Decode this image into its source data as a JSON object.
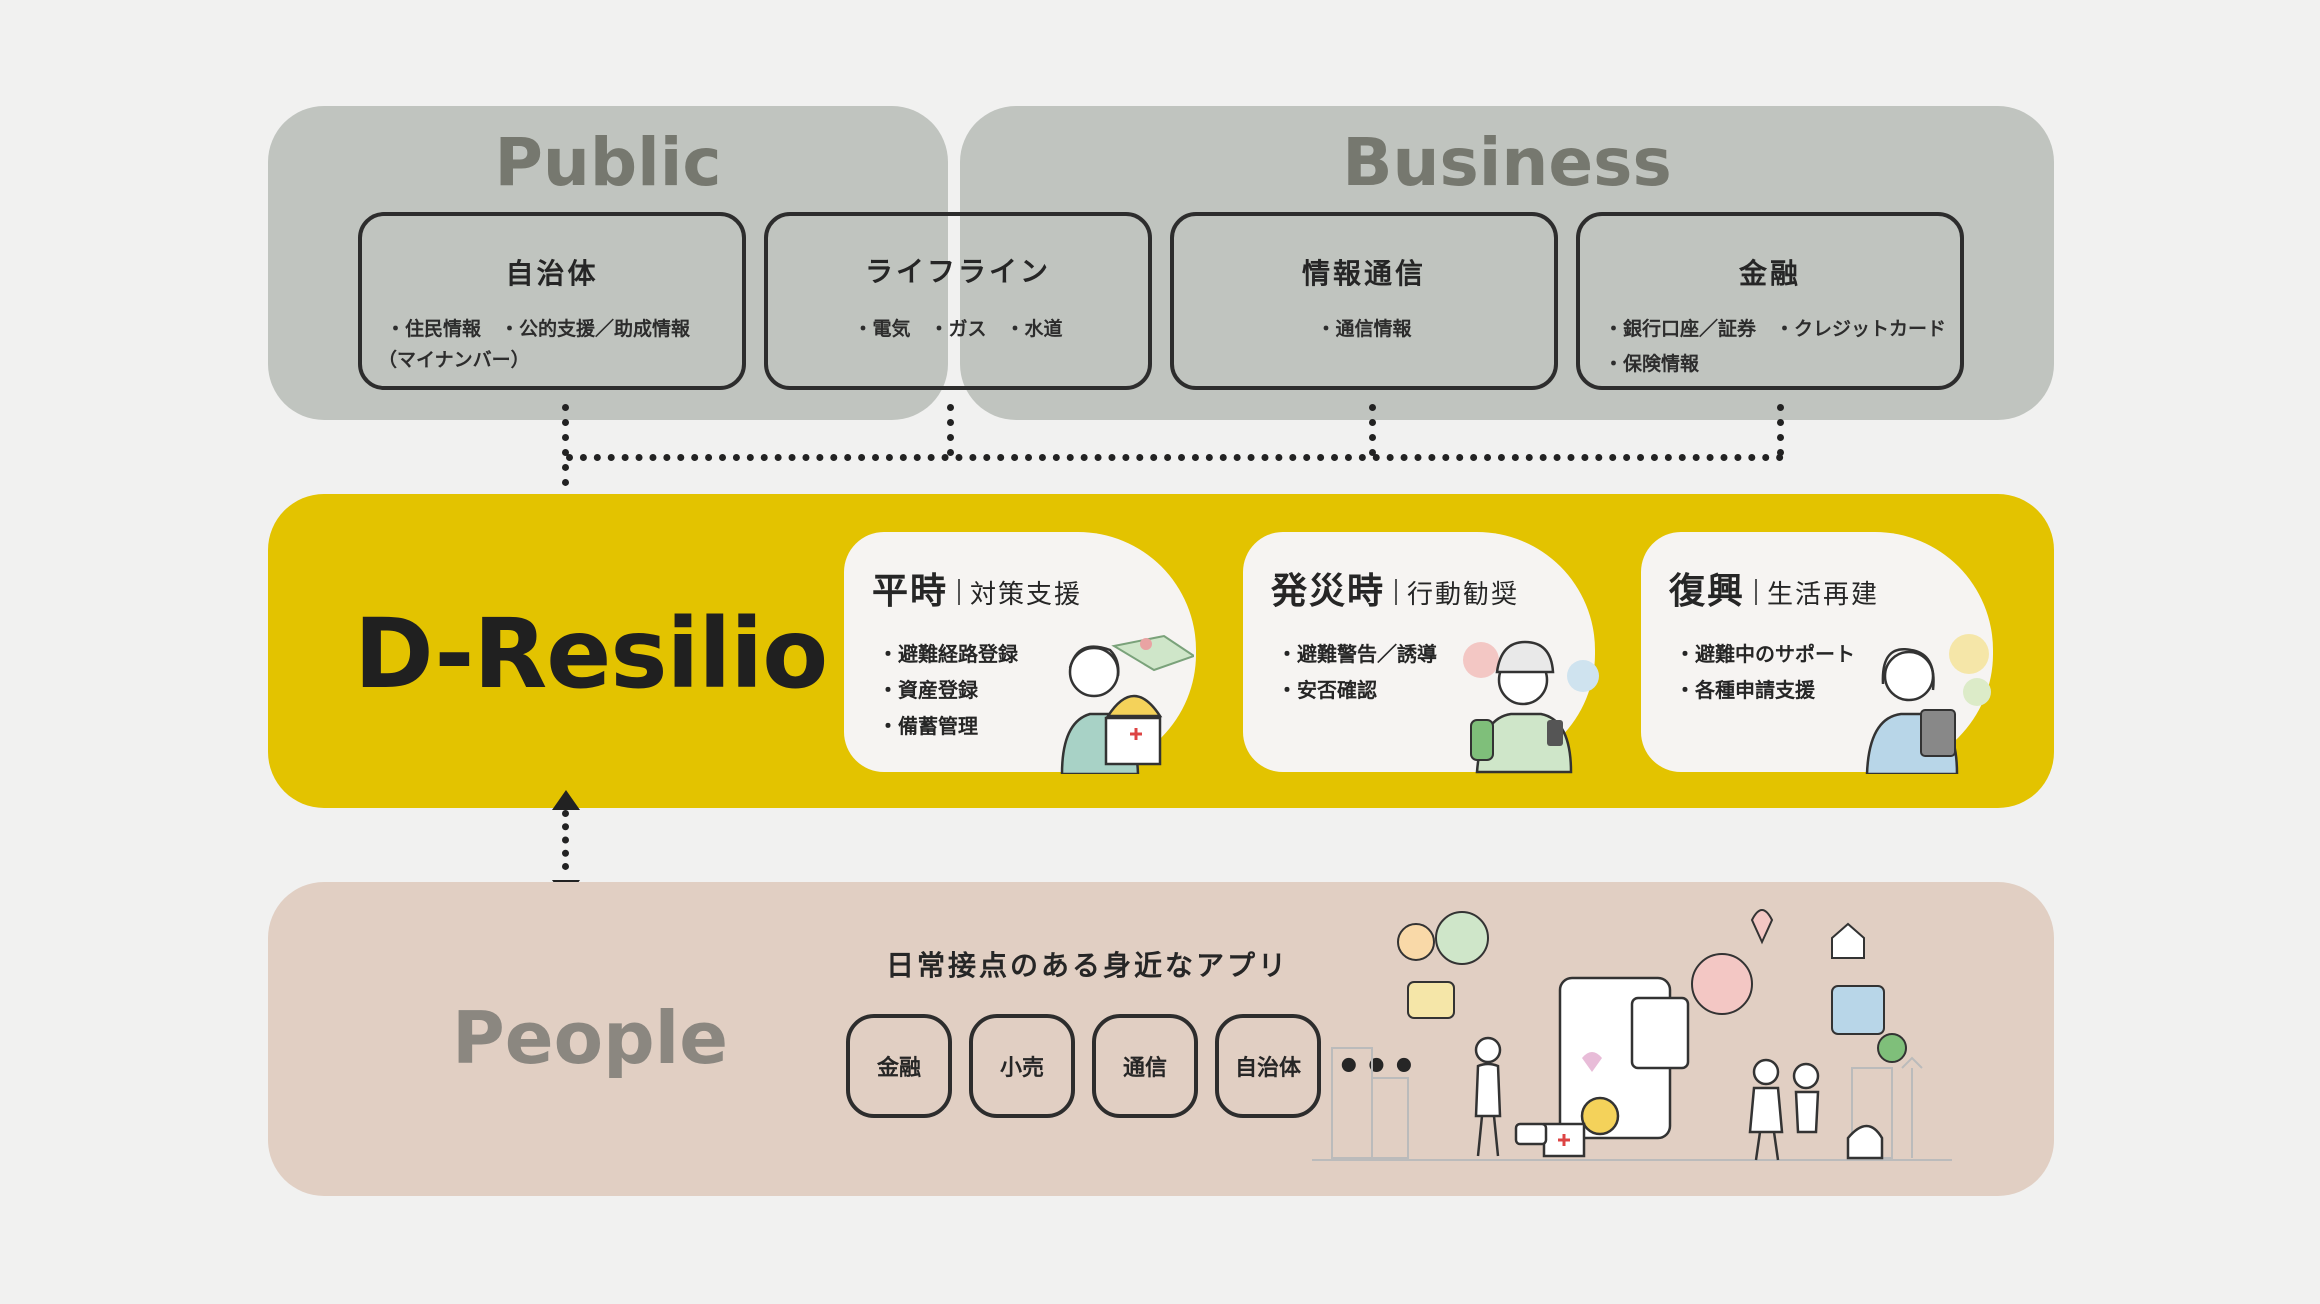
{
  "groups": {
    "public": "Public",
    "business": "Business"
  },
  "sources": [
    {
      "title": "自治体",
      "items": [
        "・住民情報　・公的支援／助成情報",
        "（マイナンバー）"
      ]
    },
    {
      "title": "ライフライン",
      "items": [
        "・電気　・ガス　・水道"
      ]
    },
    {
      "title": "情報通信",
      "items": [
        "・通信情報"
      ]
    },
    {
      "title": "金融",
      "items": [
        "・銀行口座／証券　・クレジットカード",
        "・保険情報"
      ]
    }
  ],
  "platform": {
    "name": "D-Resilio"
  },
  "phases": [
    {
      "big": "平時",
      "small": "対策支援",
      "items": [
        "・避難経路登録",
        "・資産登録",
        "・備蓄管理"
      ]
    },
    {
      "big": "発災時",
      "small": "行動勧奨",
      "items": [
        "・避難警告／誘導",
        "・安否確認"
      ]
    },
    {
      "big": "復興",
      "small": "生活再建",
      "items": [
        "・避難中のサポート",
        "・各種申請支援"
      ]
    }
  ],
  "people": {
    "title": "People",
    "apps_label": "日常接点のある身近なアプリ",
    "apps": [
      "金融",
      "小売",
      "通信",
      "自治体"
    ],
    "more": "•••"
  },
  "colors": {
    "group_bg": "#c0c4bf",
    "platform_bg": "#e3c300",
    "people_bg": "#e1cfc3",
    "page_bg": "#f1f1f0"
  }
}
